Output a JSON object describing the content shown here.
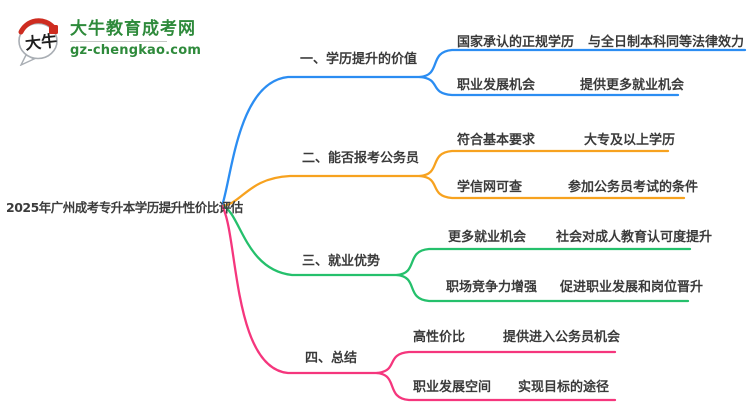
{
  "meta": {
    "background": "#ffffff",
    "text_color": "#3a3a3a"
  },
  "logo": {
    "icon_text": "大牛",
    "title": "大牛教育成考网",
    "domain": "gz-chengkao.com",
    "green": "#2e8a3b",
    "red": "#ce2c20"
  },
  "center": {
    "title": "2025年广州成考专升本学历提升性价比评估"
  },
  "branches": [
    {
      "label": "一、学历提升的价值",
      "color": "#2b8df2",
      "rows": [
        {
          "left": "国家承认的正规学历",
          "right": "与全日制本科同等法律效力"
        },
        {
          "left": "职业发展机会",
          "right": "提供更多就业机会"
        }
      ]
    },
    {
      "label": "二、能否报考公务员",
      "color": "#f7a21f",
      "rows": [
        {
          "left": "符合基本要求",
          "right": "大专及以上学历"
        },
        {
          "left": "学信网可查",
          "right": "参加公务员考试的条件"
        }
      ]
    },
    {
      "label": "三、就业优势",
      "color": "#25c06c",
      "rows": [
        {
          "left": "更多就业机会",
          "right": "社会对成人教育认可度提升"
        },
        {
          "left": "职场竞争力增强",
          "right": "促进职业发展和岗位晋升"
        }
      ]
    },
    {
      "label": "四、总结",
      "color": "#f5367d",
      "rows": [
        {
          "left": "高性价比",
          "right": "提供进入公务员机会"
        },
        {
          "left": "职业发展空间",
          "right": "实现目标的途径"
        }
      ]
    }
  ]
}
